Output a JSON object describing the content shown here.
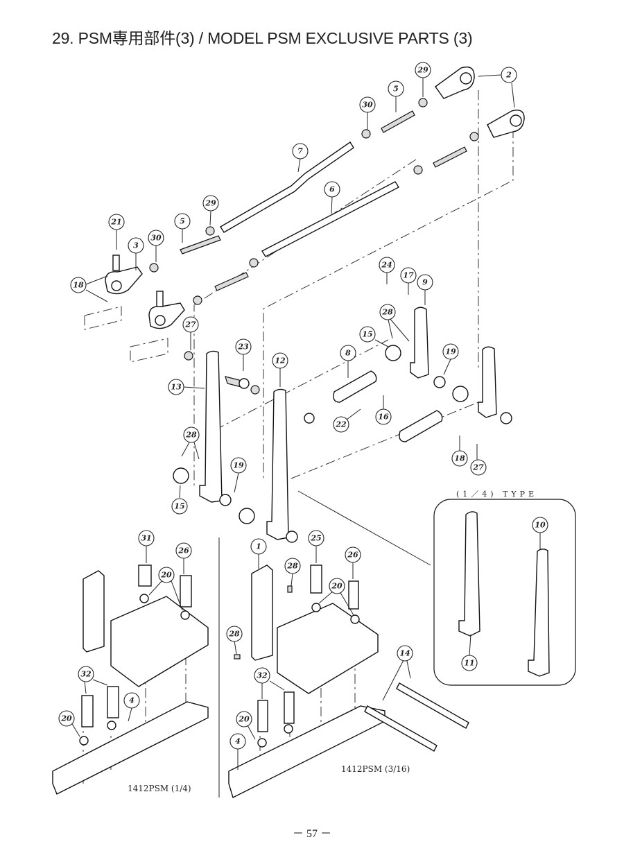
{
  "page": {
    "title": "29. PSM専用部件(3) / MODEL PSM EXCLUSIVE PARTS (3)",
    "page_number": "－ 57 －"
  },
  "diagram": {
    "inset_label": "(1／4) TYPE",
    "variant_labels": {
      "left": "1412PSM (1/4)",
      "right": "1412PSM (3/16)"
    },
    "callouts": [
      {
        "id": "c29a",
        "num": "29"
      },
      {
        "id": "c2",
        "num": "2"
      },
      {
        "id": "c5a",
        "num": "5"
      },
      {
        "id": "c30a",
        "num": "30"
      },
      {
        "id": "c7",
        "num": "7"
      },
      {
        "id": "c6",
        "num": "6"
      },
      {
        "id": "c29b",
        "num": "29"
      },
      {
        "id": "c21",
        "num": "21"
      },
      {
        "id": "c5b",
        "num": "5"
      },
      {
        "id": "c3",
        "num": "3"
      },
      {
        "id": "c30b",
        "num": "30"
      },
      {
        "id": "c18a",
        "num": "18"
      },
      {
        "id": "c24",
        "num": "24"
      },
      {
        "id": "c17",
        "num": "17"
      },
      {
        "id": "c9",
        "num": "9"
      },
      {
        "id": "c28a",
        "num": "28"
      },
      {
        "id": "c27a",
        "num": "27"
      },
      {
        "id": "c15a",
        "num": "15"
      },
      {
        "id": "c23",
        "num": "23"
      },
      {
        "id": "c12",
        "num": "12"
      },
      {
        "id": "c8",
        "num": "8"
      },
      {
        "id": "c19a",
        "num": "19"
      },
      {
        "id": "c13",
        "num": "13"
      },
      {
        "id": "c22",
        "num": "22"
      },
      {
        "id": "c16",
        "num": "16"
      },
      {
        "id": "c28b",
        "num": "28"
      },
      {
        "id": "c18b",
        "num": "18"
      },
      {
        "id": "c27b",
        "num": "27"
      },
      {
        "id": "c19b",
        "num": "19"
      },
      {
        "id": "c15b",
        "num": "15"
      },
      {
        "id": "c10",
        "num": "10"
      },
      {
        "id": "c11",
        "num": "11"
      },
      {
        "id": "c31",
        "num": "31"
      },
      {
        "id": "c26a",
        "num": "26"
      },
      {
        "id": "c1",
        "num": "1"
      },
      {
        "id": "c25",
        "num": "25"
      },
      {
        "id": "c26b",
        "num": "26"
      },
      {
        "id": "c28c",
        "num": "28"
      },
      {
        "id": "c20a",
        "num": "20"
      },
      {
        "id": "c20b",
        "num": "20"
      },
      {
        "id": "c28d",
        "num": "28"
      },
      {
        "id": "c14",
        "num": "14"
      },
      {
        "id": "c32a",
        "num": "32"
      },
      {
        "id": "c4a",
        "num": "4"
      },
      {
        "id": "c32b",
        "num": "32"
      },
      {
        "id": "c20c",
        "num": "20"
      },
      {
        "id": "c20d",
        "num": "20"
      },
      {
        "id": "c4b",
        "num": "4"
      }
    ]
  }
}
